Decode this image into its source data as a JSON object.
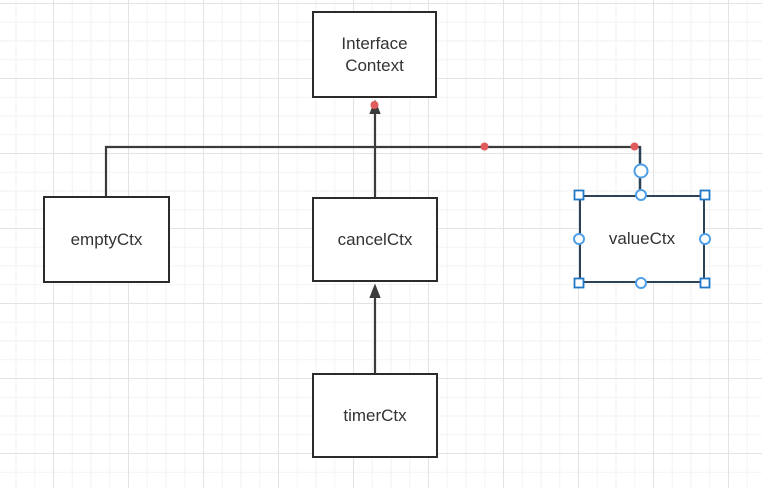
{
  "diagram": {
    "nodes": [
      {
        "id": "interface-context",
        "label": "Interface\nContext"
      },
      {
        "id": "emptyCtx",
        "label": "emptyCtx"
      },
      {
        "id": "cancelCtx",
        "label": "cancelCtx"
      },
      {
        "id": "valueCtx",
        "label": "valueCtx",
        "selected": true
      },
      {
        "id": "timerCtx",
        "label": "timerCtx"
      }
    ],
    "edges": [
      {
        "from": "cancelCtx",
        "to": "interface-context",
        "style": "solid-arrow",
        "fixed_connection_dot": true
      },
      {
        "from": "timerCtx",
        "to": "cancelCtx",
        "style": "solid-arrow",
        "fixed_connection_dot": false
      },
      {
        "from": "emptyCtx",
        "to": "interface-context",
        "style": "solid-line-branch",
        "fixed_connection_dot": false
      },
      {
        "from": "valueCtx",
        "to": "interface-context",
        "style": "solid-line-branch",
        "fixed_connection_dot": true
      }
    ],
    "selection": {
      "selected_node": "valueCtx",
      "handle_shapes": {
        "corners": "blue-stroked white squares",
        "edge_midpoints": "blue-stroked white circles",
        "edge_endpoint_above_top": "larger blue-stroked white circle"
      }
    },
    "colors": {
      "canvas_background": "#ffffff",
      "grid_minor_line": "#f2f2f2",
      "grid_major_line": "#e3e3e3",
      "node_fill": "#ffffff",
      "node_border": "#2b2b2b",
      "node_text": "#333333",
      "edge_stroke": "#3b3b3b",
      "selected_border": "#2c4257",
      "fixed_point_red": "#e05c5c",
      "handle_square_blue": "#2178c8",
      "handle_circle_blue": "#4f9fe8"
    }
  }
}
